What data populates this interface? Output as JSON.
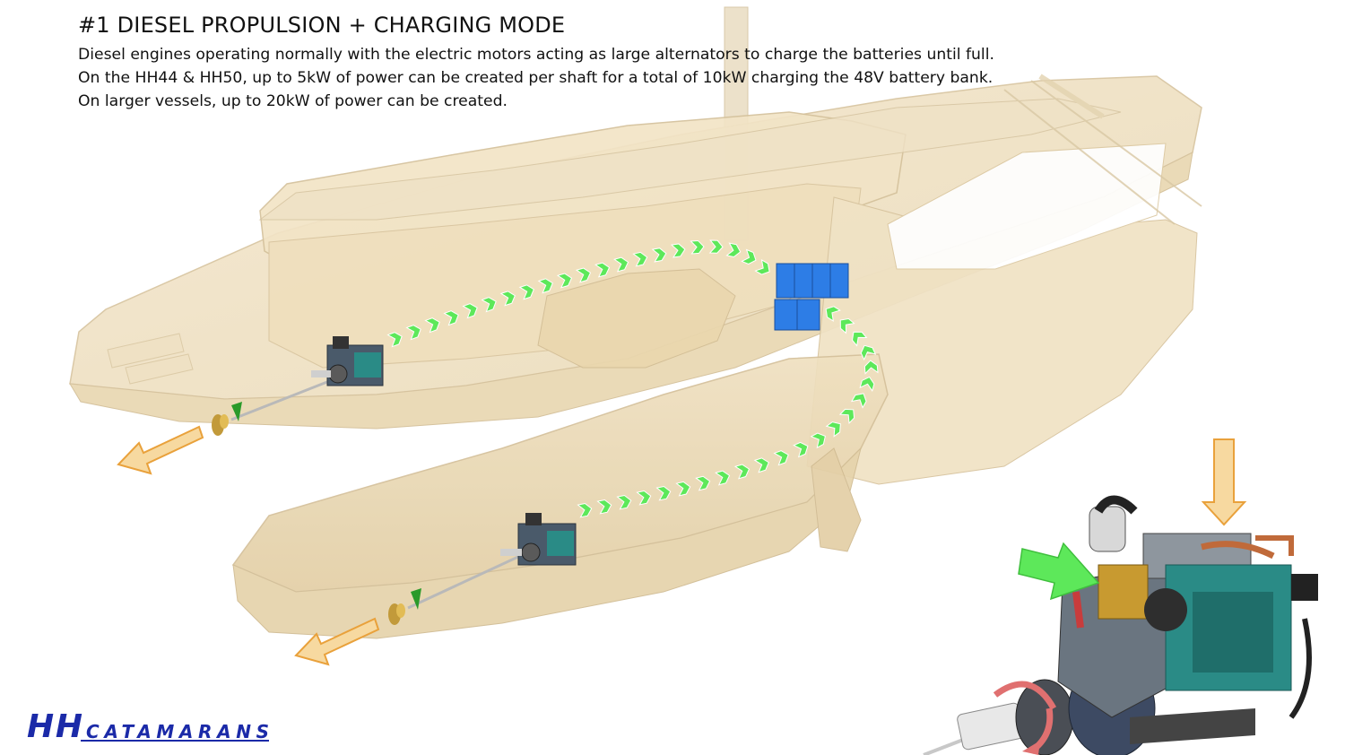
{
  "header": {
    "title": "#1 DIESEL PROPULSION + CHARGING MODE",
    "lines": [
      "Diesel engines operating normally with the electric motors acting as large alternators to charge the batteries until full.",
      "On the HH44 & HH50, up to 5kW of power can be created per shaft for a total of 10kW charging the 48V battery bank.",
      "On larger vessels, up to 20kW of power can be created."
    ]
  },
  "logo": {
    "text_hh": "HH",
    "text_brand": "CATAMARANS",
    "color": "#1b2aa8"
  },
  "colors": {
    "hull": "#f1e3c6",
    "hull_edge": "#d8c6a0",
    "flow_arrow": "#5de85a",
    "thrust_arrow": "#f7d9a0",
    "battery": "#2d7de6",
    "engine_teal": "#2a8b86"
  },
  "icons": [
    "engine-icon",
    "battery-bank-icon",
    "propeller-icon",
    "thrust-arrow-icon",
    "flow-chevron-icon",
    "rotation-arrow-icon"
  ]
}
